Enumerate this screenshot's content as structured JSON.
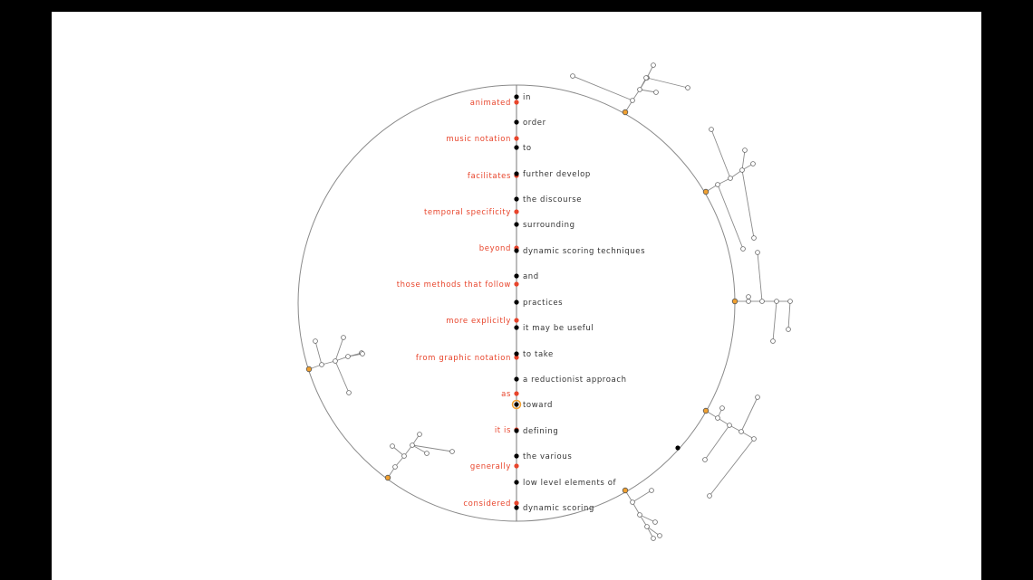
{
  "diagram": {
    "left_labels": [
      "animated",
      "music notation",
      "facilitates",
      "temporal specificity",
      "beyond",
      "those methods that follow",
      "more explicitly",
      "from graphic notation",
      "as",
      "it is",
      "generally",
      "considered"
    ],
    "right_labels": [
      "in",
      "order",
      "to",
      "further develop",
      "the discourse",
      "surrounding",
      "dynamic scoring techniques",
      "and",
      "practices",
      "it may be useful",
      "to take",
      "a reductionist approach",
      "toward",
      "defining",
      "the various",
      "low level elements of",
      "dynamic scoring"
    ],
    "colors": {
      "left_text": "#e8452c",
      "left_dot": "#e8452c",
      "right_text": "#333333",
      "right_dot": "#000000",
      "branch_node": "#f0a030",
      "circle": "#8a8a8a",
      "background": "#ffffff",
      "frame": "#000000"
    }
  }
}
